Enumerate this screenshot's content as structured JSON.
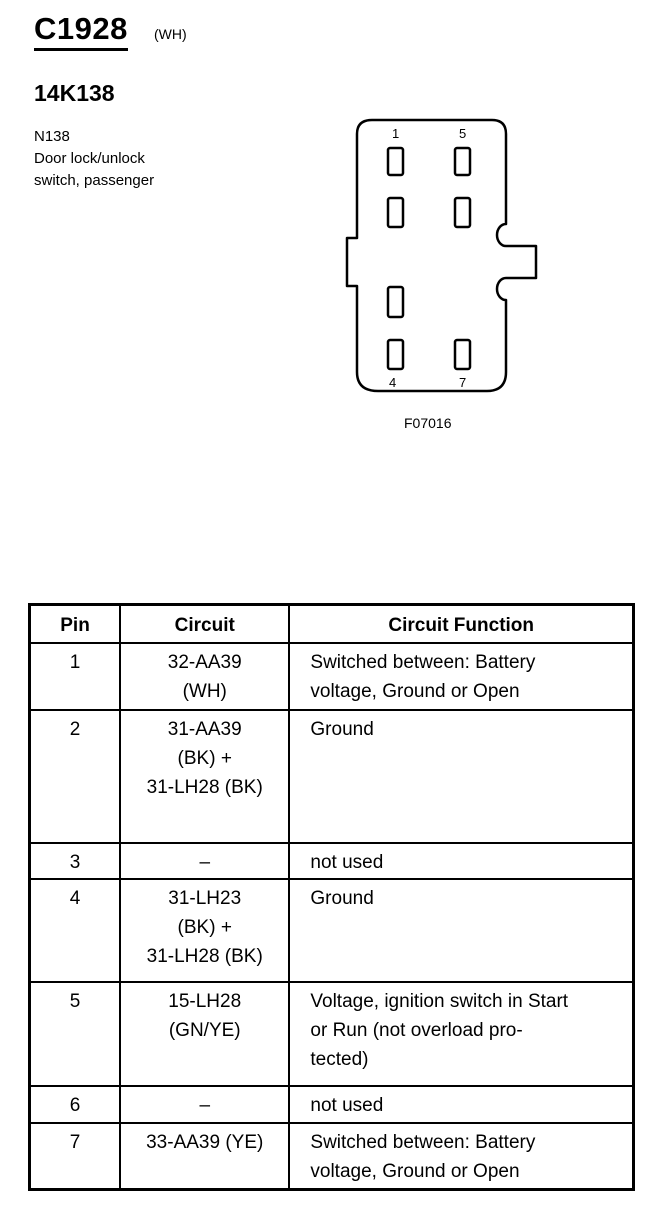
{
  "header": {
    "connector_id": "C1928",
    "connector_color": "(WH)",
    "part_number": "14K138",
    "description": [
      "N138",
      "Door lock/unlock",
      "switch, passenger"
    ]
  },
  "diagram": {
    "pin_labels": [
      "1",
      "5",
      "4",
      "7"
    ],
    "figure_label": "F07016"
  },
  "table": {
    "headers": [
      "Pin",
      "Circuit",
      "Circuit Function"
    ],
    "rows": [
      {
        "pin": "1",
        "circuit": [
          "32-AA39",
          "(WH)"
        ],
        "function": [
          "Switched between: Battery",
          "voltage, Ground or Open"
        ]
      },
      {
        "pin": "2",
        "circuit": [
          "31-AA39",
          "(BK) +",
          "31-LH28 (BK)"
        ],
        "function": [
          "Ground"
        ]
      },
      {
        "pin": "3",
        "circuit": [
          "–"
        ],
        "function": [
          "not used"
        ]
      },
      {
        "pin": "4",
        "circuit": [
          "31-LH23",
          "(BK) +",
          "31-LH28 (BK)"
        ],
        "function": [
          "Ground"
        ]
      },
      {
        "pin": "5",
        "circuit": [
          "15-LH28",
          "(GN/YE)"
        ],
        "function": [
          "Voltage, ignition switch in Start",
          "or Run (not overload pro-",
          "tected)"
        ]
      },
      {
        "pin": "6",
        "circuit": [
          "–"
        ],
        "function": [
          "not used"
        ]
      },
      {
        "pin": "7",
        "circuit": [
          "33-AA39 (YE)"
        ],
        "function": [
          "Switched between: Battery",
          "voltage, Ground or Open"
        ]
      }
    ]
  }
}
